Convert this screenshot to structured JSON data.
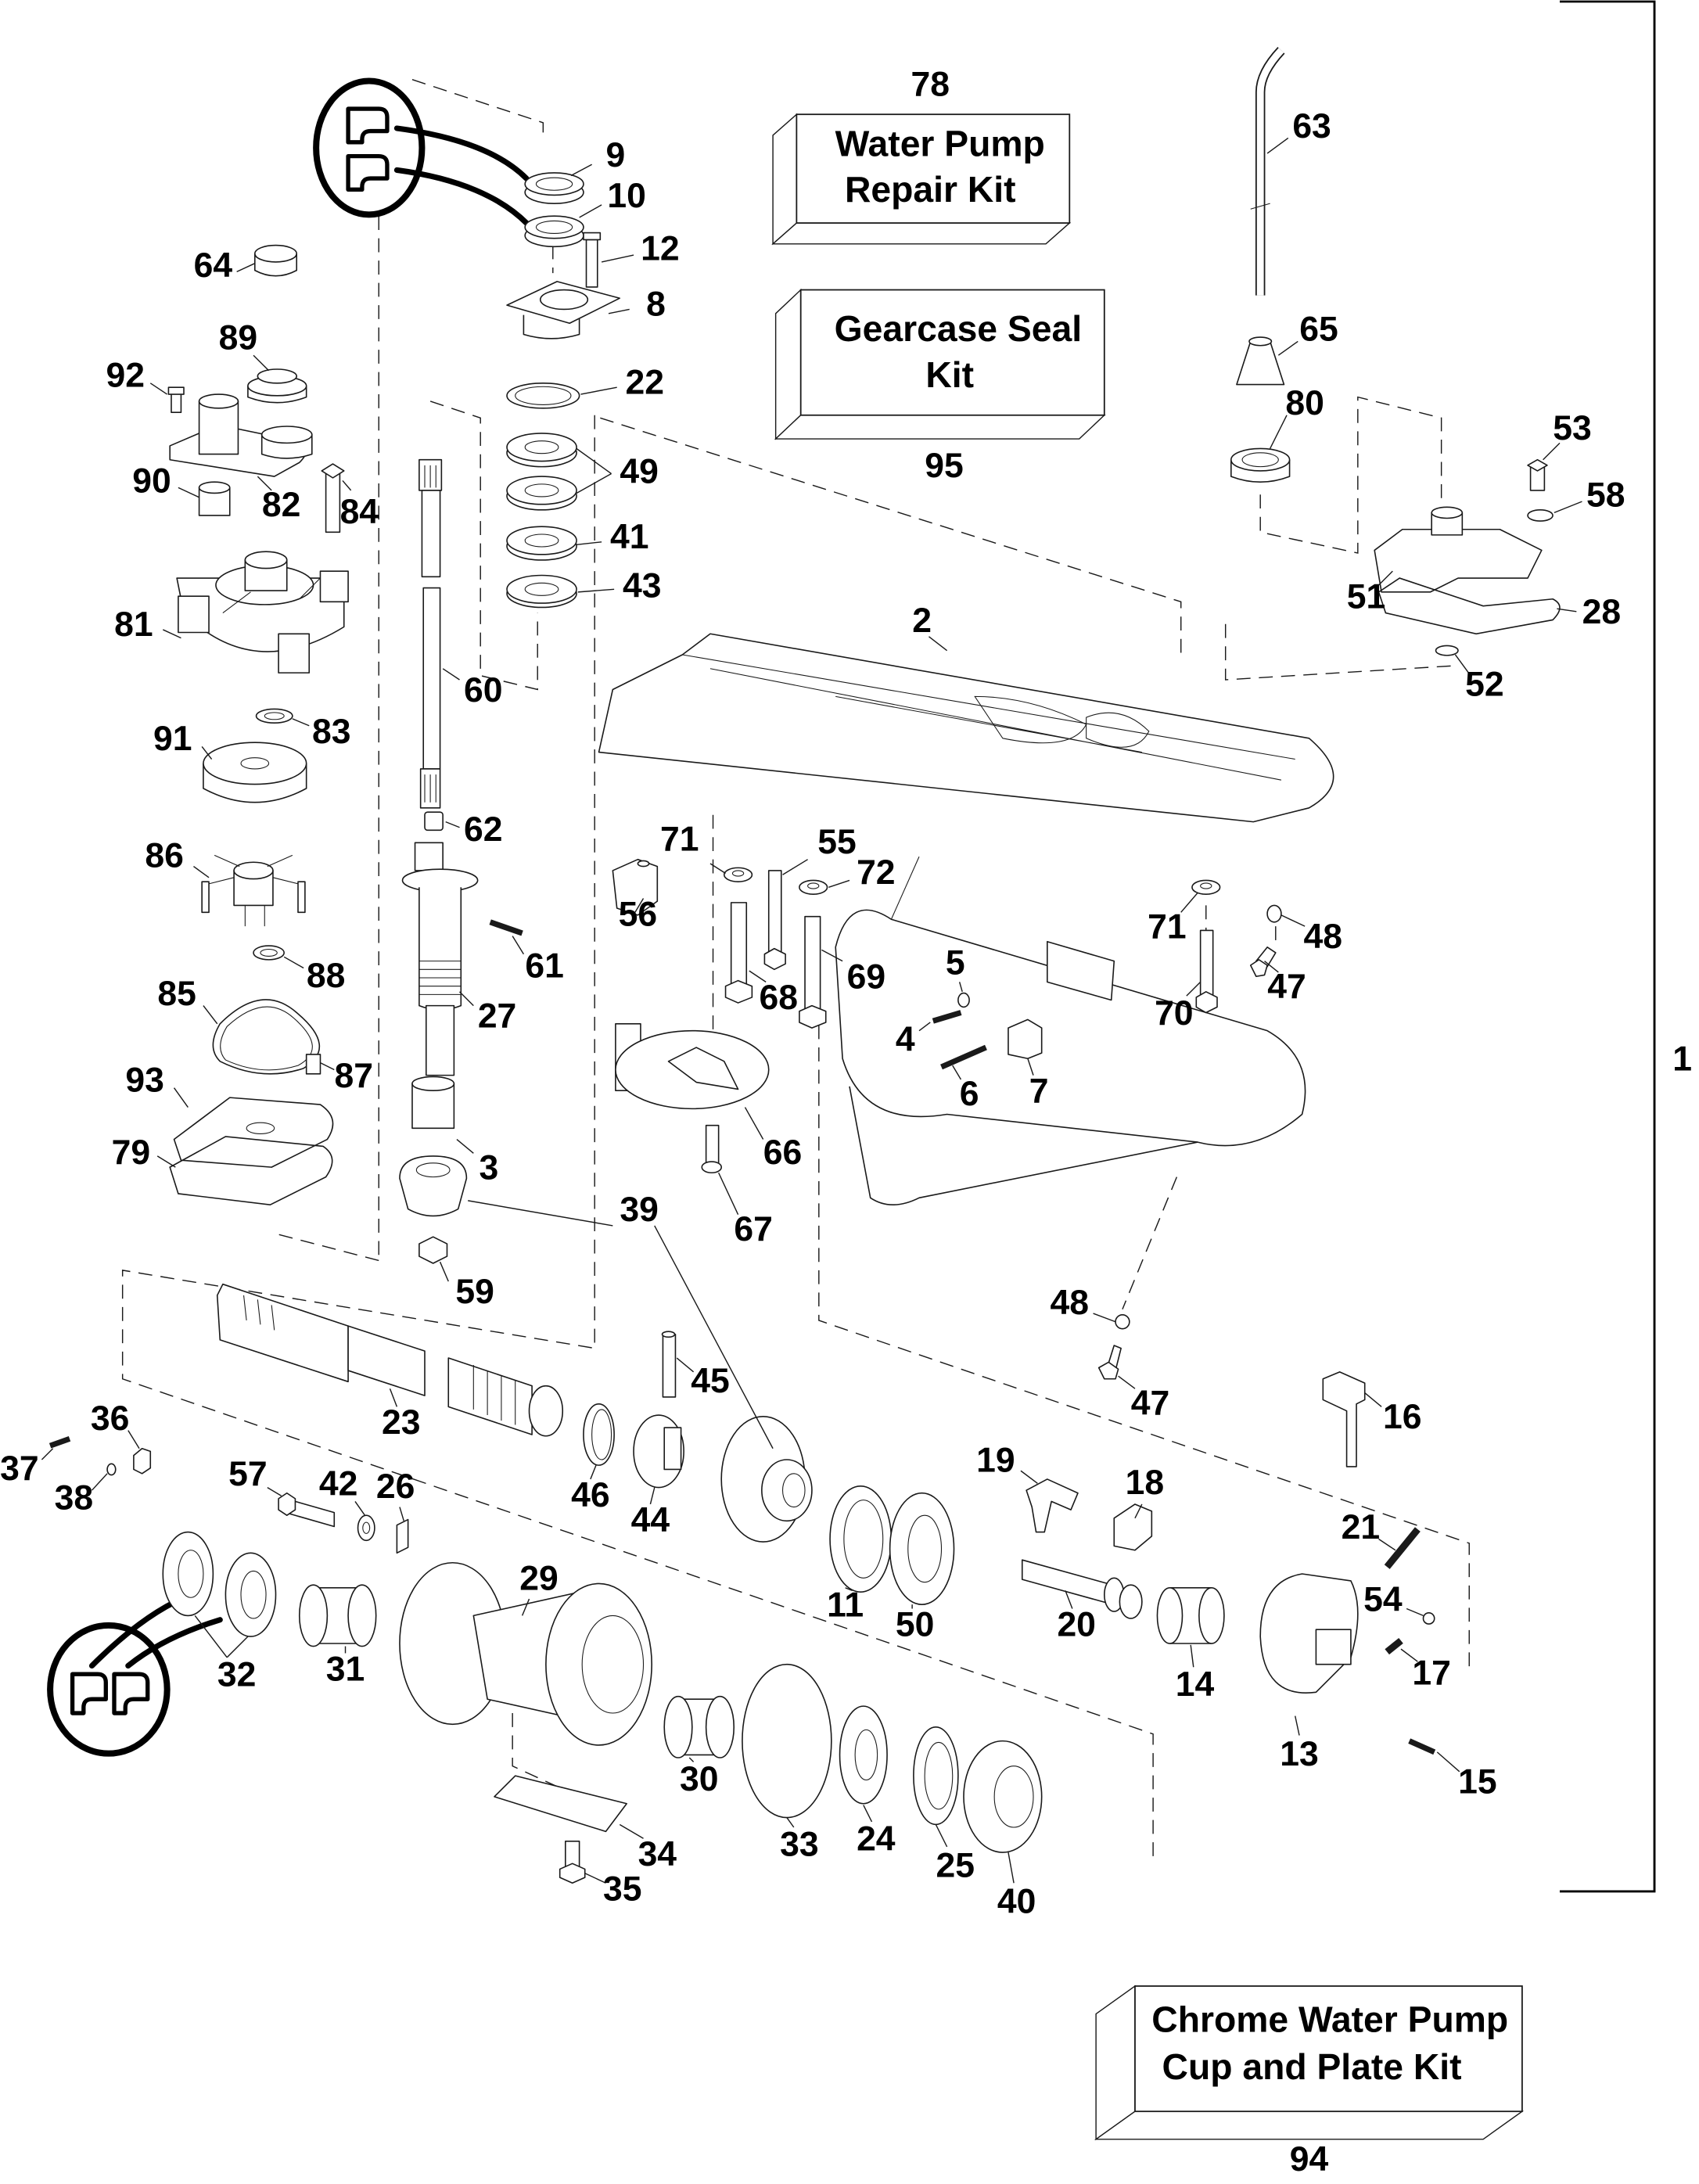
{
  "diagram": {
    "type": "exploded-parts-diagram",
    "assembly_label": "1",
    "accent_color": "#000000"
  },
  "kits": {
    "water_pump_repair": {
      "number": "78",
      "line1": "Water Pump",
      "line2": "Repair Kit"
    },
    "gearcase_seal": {
      "number": "95",
      "line1": "Gearcase Seal",
      "line2": "Kit"
    },
    "chrome_cup_plate": {
      "number": "94",
      "line1": "Chrome Water Pump",
      "line2": "Cup and Plate Kit"
    }
  },
  "callouts": [
    {
      "id": "p9",
      "label": "9"
    },
    {
      "id": "p10",
      "label": "10"
    },
    {
      "id": "p12",
      "label": "12"
    },
    {
      "id": "p8",
      "label": "8"
    },
    {
      "id": "p22",
      "label": "22"
    },
    {
      "id": "p49",
      "label": "49"
    },
    {
      "id": "p41",
      "label": "41"
    },
    {
      "id": "p43",
      "label": "43"
    },
    {
      "id": "p60",
      "label": "60"
    },
    {
      "id": "p62",
      "label": "62"
    },
    {
      "id": "p61",
      "label": "61"
    },
    {
      "id": "p27",
      "label": "27"
    },
    {
      "id": "p3",
      "label": "3"
    },
    {
      "id": "p39",
      "label": "39"
    },
    {
      "id": "p59",
      "label": "59"
    },
    {
      "id": "p64",
      "label": "64"
    },
    {
      "id": "p89",
      "label": "89"
    },
    {
      "id": "p92",
      "label": "92"
    },
    {
      "id": "p82",
      "label": "82"
    },
    {
      "id": "p90",
      "label": "90"
    },
    {
      "id": "p84",
      "label": "84"
    },
    {
      "id": "p81",
      "label": "81"
    },
    {
      "id": "p83",
      "label": "83"
    },
    {
      "id": "p91",
      "label": "91"
    },
    {
      "id": "p86",
      "label": "86"
    },
    {
      "id": "p88",
      "label": "88"
    },
    {
      "id": "p85",
      "label": "85"
    },
    {
      "id": "p87",
      "label": "87"
    },
    {
      "id": "p93",
      "label": "93"
    },
    {
      "id": "p79",
      "label": "79"
    },
    {
      "id": "p63",
      "label": "63"
    },
    {
      "id": "p65",
      "label": "65"
    },
    {
      "id": "p80",
      "label": "80"
    },
    {
      "id": "p53",
      "label": "53"
    },
    {
      "id": "p58",
      "label": "58"
    },
    {
      "id": "p51",
      "label": "51"
    },
    {
      "id": "p28",
      "label": "28"
    },
    {
      "id": "p52",
      "label": "52"
    },
    {
      "id": "p2",
      "label": "2"
    },
    {
      "id": "p71a",
      "label": "71"
    },
    {
      "id": "p56",
      "label": "56"
    },
    {
      "id": "p55",
      "label": "55"
    },
    {
      "id": "p72",
      "label": "72"
    },
    {
      "id": "p68",
      "label": "68"
    },
    {
      "id": "p69",
      "label": "69"
    },
    {
      "id": "p5",
      "label": "5"
    },
    {
      "id": "p4",
      "label": "4"
    },
    {
      "id": "p6",
      "label": "6"
    },
    {
      "id": "p7",
      "label": "7"
    },
    {
      "id": "p70",
      "label": "70"
    },
    {
      "id": "p71b",
      "label": "71"
    },
    {
      "id": "p48a",
      "label": "48"
    },
    {
      "id": "p47a",
      "label": "47"
    },
    {
      "id": "p66",
      "label": "66"
    },
    {
      "id": "p67",
      "label": "67"
    },
    {
      "id": "p48b",
      "label": "48"
    },
    {
      "id": "p47b",
      "label": "47"
    },
    {
      "id": "p45",
      "label": "45"
    },
    {
      "id": "p23",
      "label": "23"
    },
    {
      "id": "p46",
      "label": "46"
    },
    {
      "id": "p44",
      "label": "44"
    },
    {
      "id": "p11",
      "label": "11"
    },
    {
      "id": "p50",
      "label": "50"
    },
    {
      "id": "p19",
      "label": "19"
    },
    {
      "id": "p18",
      "label": "18"
    },
    {
      "id": "p20",
      "label": "20"
    },
    {
      "id": "p14",
      "label": "14"
    },
    {
      "id": "p13",
      "label": "13"
    },
    {
      "id": "p16",
      "label": "16"
    },
    {
      "id": "p21",
      "label": "21"
    },
    {
      "id": "p54",
      "label": "54"
    },
    {
      "id": "p17",
      "label": "17"
    },
    {
      "id": "p15",
      "label": "15"
    },
    {
      "id": "p36",
      "label": "36"
    },
    {
      "id": "p37",
      "label": "37"
    },
    {
      "id": "p38",
      "label": "38"
    },
    {
      "id": "p57",
      "label": "57"
    },
    {
      "id": "p42",
      "label": "42"
    },
    {
      "id": "p26",
      "label": "26"
    },
    {
      "id": "p32",
      "label": "32"
    },
    {
      "id": "p31",
      "label": "31"
    },
    {
      "id": "p29",
      "label": "29"
    },
    {
      "id": "p30",
      "label": "30"
    },
    {
      "id": "p33",
      "label": "33"
    },
    {
      "id": "p24",
      "label": "24"
    },
    {
      "id": "p25",
      "label": "25"
    },
    {
      "id": "p40",
      "label": "40"
    },
    {
      "id": "p34",
      "label": "34"
    },
    {
      "id": "p35",
      "label": "35"
    },
    {
      "id": "p1",
      "label": "1"
    }
  ]
}
